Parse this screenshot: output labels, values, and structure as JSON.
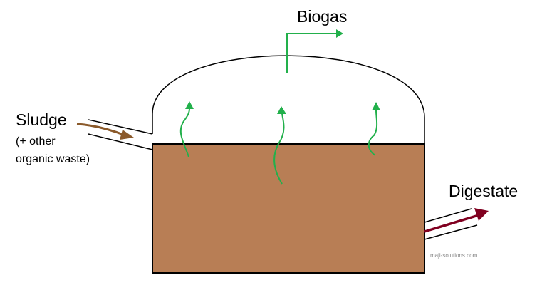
{
  "labels": {
    "biogas": "Biogas",
    "sludge": "Sludge",
    "sludge_note_1": "(+ other",
    "sludge_note_2": "organic waste)",
    "digestate": "Digestate",
    "watermark": "maji-solutions.com"
  },
  "colors": {
    "sludge_fill": "#B87E55",
    "biogas_arrow": "#22B04B",
    "inlet_arrow": "#8B5A2B",
    "outlet_arrow": "#800020",
    "outline": "#000000"
  }
}
